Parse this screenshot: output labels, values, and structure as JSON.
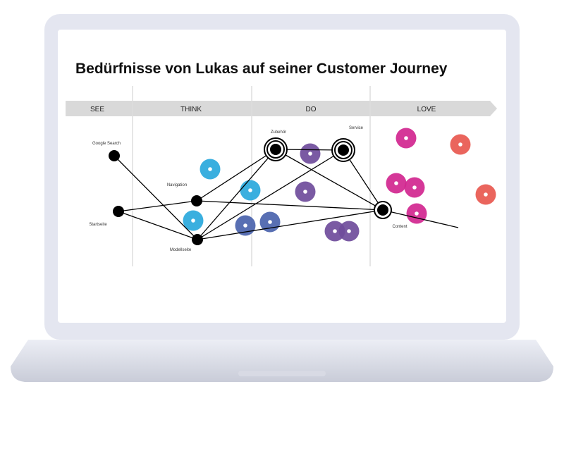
{
  "title": "Bedürfnisse von Lukas auf seiner Customer Journey",
  "phases": [
    "SEE",
    "THINK",
    "DO",
    "LOVE"
  ],
  "nodes": {
    "google": "Google Search",
    "start": "Startseite",
    "nav": "Navigation",
    "modell": "Modellseite",
    "zubehoer": "Zubehör",
    "service": "Service",
    "content": "Content"
  },
  "colors": {
    "cyan": "#29a8dc",
    "blue": "#4a63ad",
    "purple": "#6f4c9b",
    "magenta": "#d1268f",
    "red": "#e8584f"
  }
}
